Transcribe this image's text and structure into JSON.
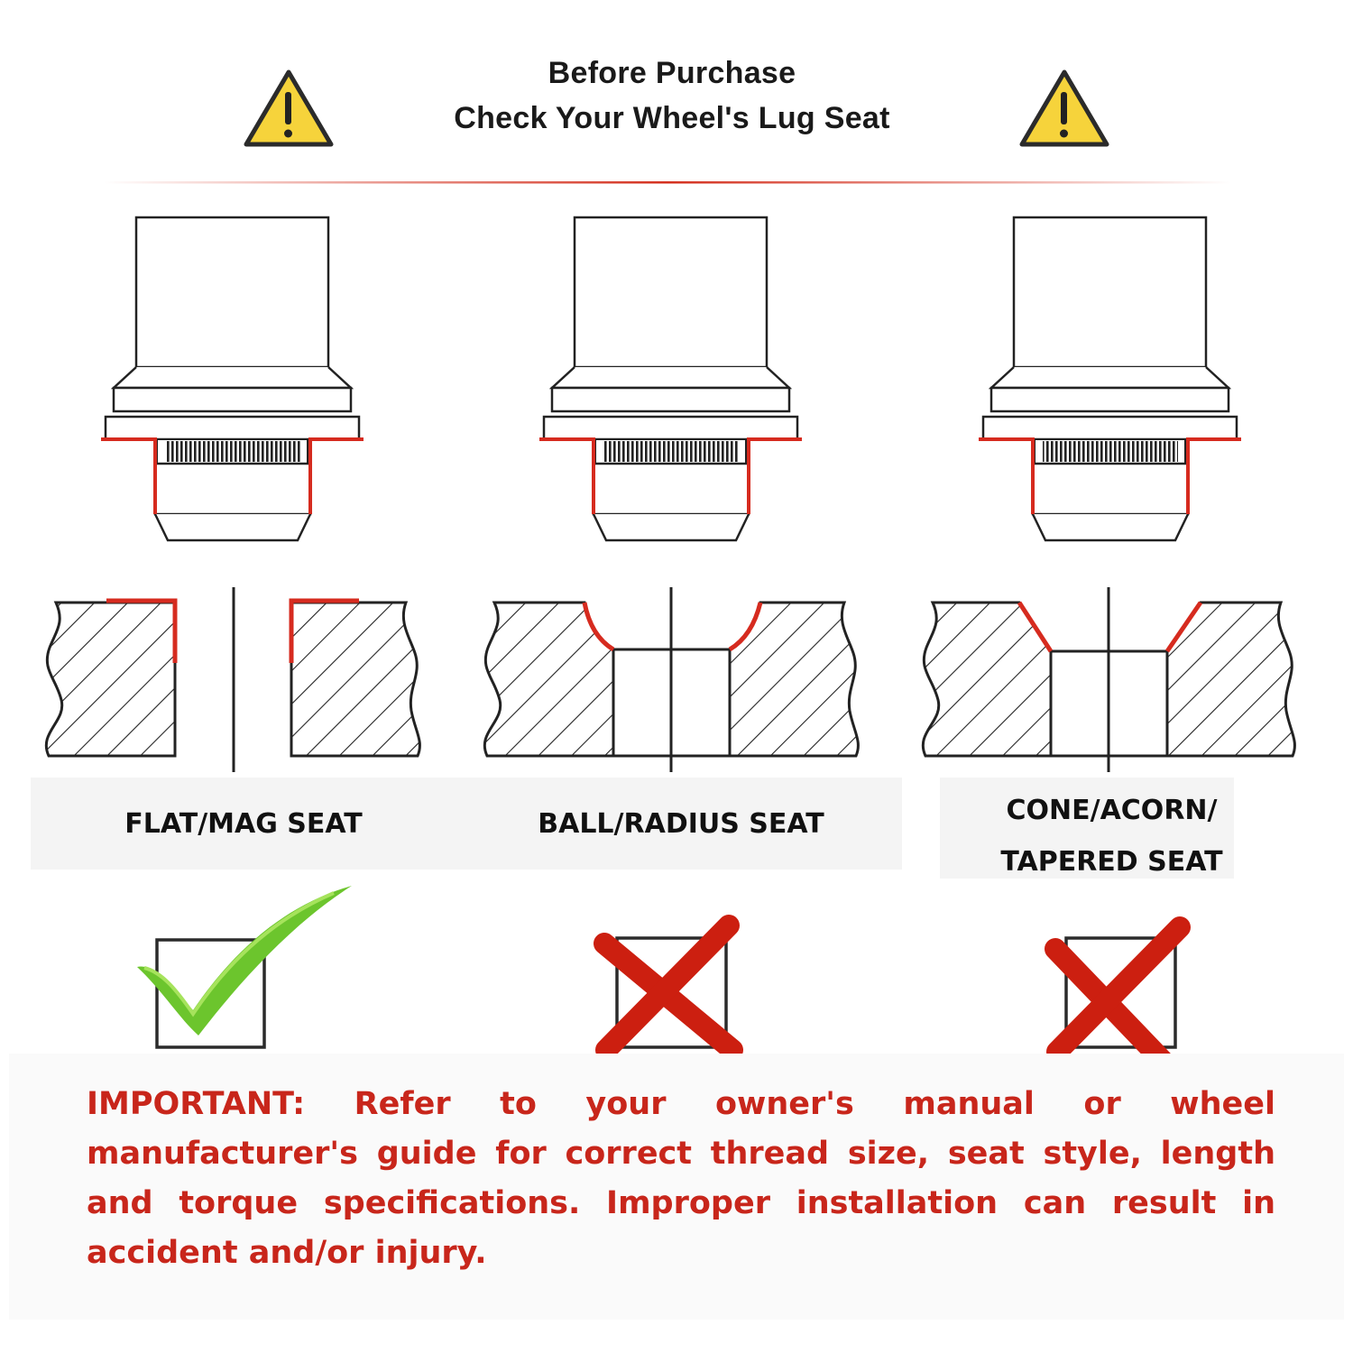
{
  "header": {
    "line1": "Before Purchase",
    "line2": "Check Your Wheel's Lug Seat"
  },
  "seats": [
    {
      "label_lines": [
        "FLAT/MAG SEAT"
      ],
      "status": "check"
    },
    {
      "label_lines": [
        "BALL/RADIUS SEAT"
      ],
      "status": "cross"
    },
    {
      "label_lines": [
        "CONE/ACORN/",
        "TAPERED SEAT"
      ],
      "status": "cross"
    }
  ],
  "notice": "IMPORTANT: Refer to your owner's manual or wheel manufacturer's guide for correct thread size, seat style, length and torque specifications. Improper installation can result in accident and/or injury.",
  "colors": {
    "warning_yellow": "#f6d33b",
    "seat_red": "#d62b1f",
    "check_green": "#6cc52d",
    "cross_red": "#cc1f10",
    "notice_red": "#c8261b"
  },
  "icons": [
    "warning-triangle-icon",
    "check-mark-icon",
    "cross-mark-icon"
  ]
}
